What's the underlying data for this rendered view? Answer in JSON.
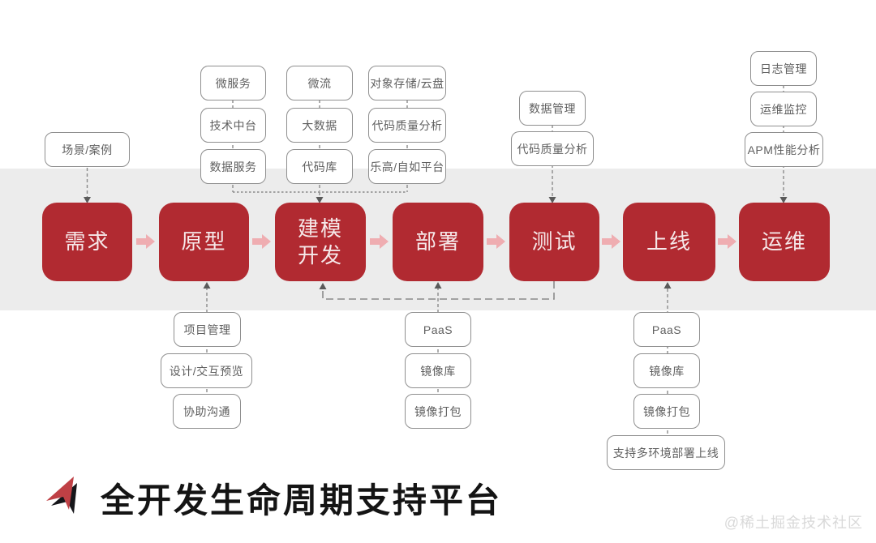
{
  "colors": {
    "stage_red": "#b12a31",
    "flow_arrow_pink": "#efadb1",
    "band_gray": "#ececec",
    "box_border_gray": "#8f8f8f",
    "connector_gray": "#8a8a8a"
  },
  "stages": [
    {
      "label": "需求"
    },
    {
      "label": "原型"
    },
    {
      "label": "建模\n开发"
    },
    {
      "label": "部署"
    },
    {
      "label": "测试"
    },
    {
      "label": "上线"
    },
    {
      "label": "运维"
    }
  ],
  "satellites": {
    "requirements_top": [
      "场景/案例"
    ],
    "modeling_top_col1": [
      "微服务",
      "技术中台",
      "数据服务"
    ],
    "modeling_top_col2": [
      "微流",
      "大数据",
      "代码库"
    ],
    "modeling_top_col3": [
      "对象存储/云盘",
      "代码质量分析",
      "乐高/自如平台"
    ],
    "test_top": [
      "数据管理",
      "代码质量分析"
    ],
    "ops_top": [
      "日志管理",
      "运维监控",
      "APM性能分析"
    ],
    "prototype_bottom": [
      "项目管理",
      "设计/交互预览",
      "协助沟通"
    ],
    "deploy_bottom": [
      "PaaS",
      "镜像库",
      "镜像打包"
    ],
    "online_bottom": [
      "PaaS",
      "镜像库",
      "镜像打包",
      "支持多环境部署上线"
    ]
  },
  "footer": {
    "title": "全开发生命周期支持平台"
  },
  "watermark": "@稀土掘金技术社区"
}
